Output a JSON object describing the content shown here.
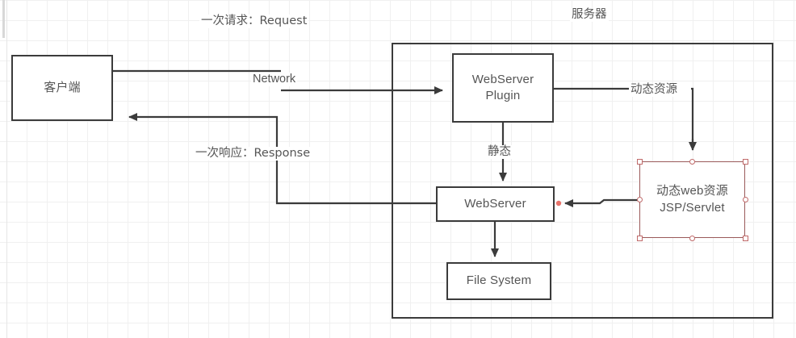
{
  "diagram": {
    "title_label": "服务器",
    "nodes": [
      {
        "id": "client",
        "label": "客户端",
        "lines": [
          "客户端"
        ]
      },
      {
        "id": "server",
        "label": "服务器",
        "lines": [
          "服务器"
        ]
      },
      {
        "id": "ws-plugin",
        "label": "WebServer Plugin",
        "lines": [
          "WebServer",
          "Plugin"
        ]
      },
      {
        "id": "webserver",
        "label": "WebServer",
        "lines": [
          "WebServer"
        ]
      },
      {
        "id": "file-system",
        "label": "File System",
        "lines": [
          "File System"
        ]
      },
      {
        "id": "dynamic-web",
        "label": "动态web资源 JSP/Servlet",
        "lines": [
          "动态web资源",
          "JSP/Servlet"
        ]
      }
    ],
    "edge_labels": {
      "request": "一次请求：Request",
      "response": "一次响应：Response",
      "network": "Network",
      "static": "静态",
      "dynamic_resource": "动态资源"
    },
    "colors": {
      "stroke": "#3b3b3b",
      "text": "#555555",
      "grid": "#f0f0f0",
      "selection": "#c06a6a",
      "selection_dot": "#e8736a",
      "background": "#ffffff"
    },
    "selection": {
      "selected_node": "dynamic-web",
      "handle_shapes": [
        "square",
        "circle",
        "square",
        "circle",
        "circle",
        "square",
        "circle",
        "square"
      ]
    }
  }
}
